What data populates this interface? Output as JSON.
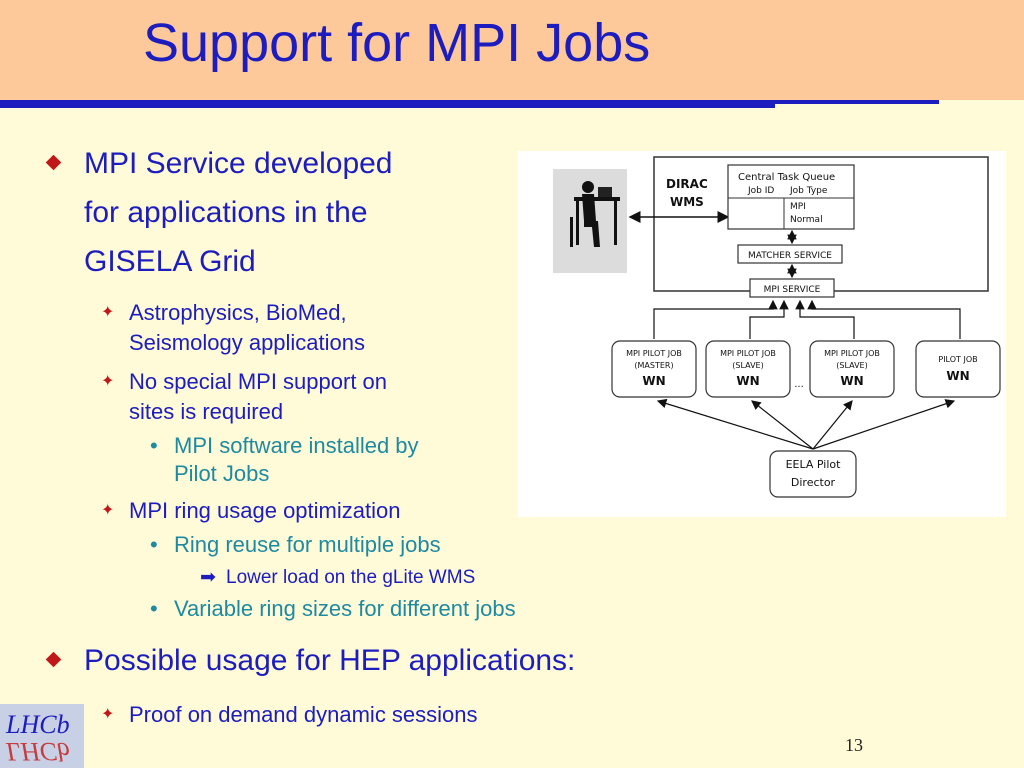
{
  "slide": {
    "title": "Support for MPI Jobs",
    "page_number": "13",
    "logo_text": "LHCb"
  },
  "bullets": {
    "b1": [
      "MPI Service developed",
      "for applications in the",
      "GISELA Grid"
    ],
    "b1_1": [
      "Astrophysics, BioMed,",
      "Seismology applications"
    ],
    "b1_2": [
      "No special MPI support on",
      "sites is required"
    ],
    "b1_2_1": [
      "MPI software installed by",
      "Pilot Jobs"
    ],
    "b1_3": "MPI ring usage optimization",
    "b1_3_1": "Ring reuse for multiple jobs",
    "b1_3_1_1": "Lower load on the gLite WMS",
    "b1_3_2": "Variable ring sizes for different jobs",
    "b2": "Possible usage for HEP applications:",
    "b2_1": "Proof on demand dynamic sessions"
  },
  "diagram": {
    "dirac_wms": [
      "DIRAC",
      "WMS"
    ],
    "ctq_title": "Central Task Queue",
    "ctq_col1": "Job ID",
    "ctq_col2": "Job Type",
    "ctq_type1": "MPI",
    "ctq_type2": "Normal",
    "matcher": "MATCHER SERVICE",
    "mpi_service": "MPI SERVICE",
    "wn1": [
      "MPI PILOT JOB",
      "(MASTER)",
      "WN"
    ],
    "wn2": [
      "MPI PILOT JOB",
      "(SLAVE)",
      "WN"
    ],
    "ellipsis": "...",
    "wn3": [
      "MPI PILOT JOB",
      "(SLAVE)",
      "WN"
    ],
    "wn4": [
      "PILOT JOB",
      "WN"
    ],
    "director": [
      "EELA Pilot",
      "Director"
    ]
  },
  "colors": {
    "title_band": "#fdc89a",
    "background": "#fffbd9",
    "title_text": "#1c1cbf",
    "bullet_marker": "#c01818",
    "sub_sub_text": "#1e8aa0"
  }
}
